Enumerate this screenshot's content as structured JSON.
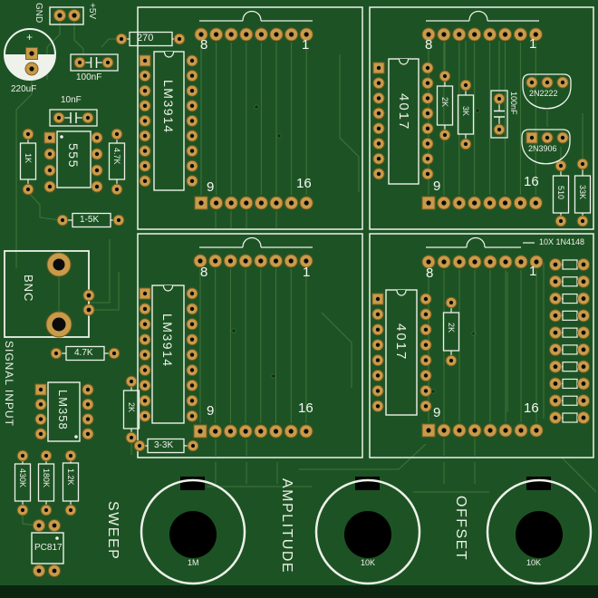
{
  "colors": {
    "board_green": "#1d5324",
    "trace_green": "#41743c",
    "pad_gold": "#c89b4a",
    "pad_rim": "#7d5c20",
    "silkscreen": "#eef2ea",
    "component_black": "#000000"
  },
  "power_header": {
    "gnd": "GND",
    "plus_5v": "+5V"
  },
  "capacitors": {
    "bulk": "220uF",
    "bulk_polarity": "+",
    "c100nf_left": "100nF",
    "c10nf": "10nF",
    "c100nf_right": "100nF"
  },
  "resistors": {
    "r270": "270",
    "r1k": "1K",
    "r4k7_top": "4.7K",
    "r1_5k": "1-5K",
    "r4k7_mid": "4.7K",
    "r2k_left": "2K",
    "r3_3k": "3-3K",
    "r430k": "430K",
    "r180k": "180K",
    "r1_2k": "1.2K",
    "r2k_tr": "2K",
    "r3k": "3K",
    "r510": "510",
    "r33k": "33K",
    "r2k_br": "2K"
  },
  "ics": {
    "timer": "555",
    "bargraph_tl": "LM3914",
    "bargraph_bl": "LM3914",
    "counter_tr": "4017",
    "counter_br": "4017",
    "opamp": "LM358",
    "optocoupler": "PC817"
  },
  "transistors": {
    "npn": "2N2222",
    "pnp": "2N3906"
  },
  "diodes": {
    "note": "10X 1N4148"
  },
  "connectors": {
    "bnc": "BNC",
    "signal_input": "SIGNAL INPUT"
  },
  "potentiometers": {
    "sweep": {
      "name": "SWEEP",
      "value": "1M"
    },
    "amplitude": {
      "name": "AMPLITUDE",
      "value": "10K"
    },
    "offset": {
      "name": "OFFSET",
      "value": "10K"
    }
  },
  "pin_numbers": {
    "p8": "8",
    "p1": "1",
    "p9": "9",
    "p16": "16"
  }
}
